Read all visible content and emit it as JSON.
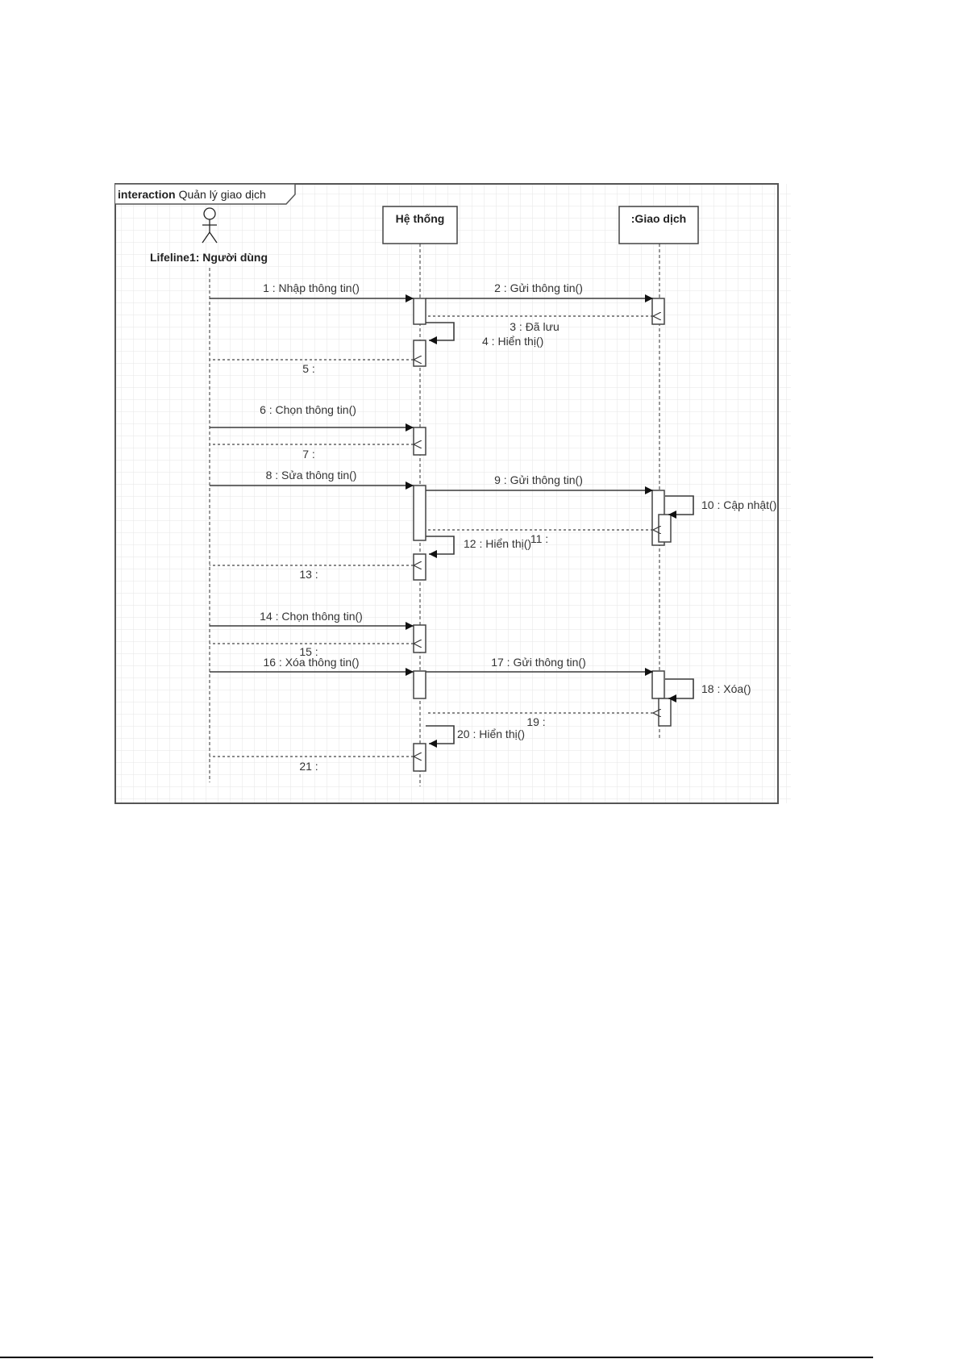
{
  "frame": {
    "keyword": "interaction",
    "name": "Quản lý giao dịch"
  },
  "lifelines": [
    {
      "id": "user",
      "label": "Lifeline1: Người dùng",
      "kind": "actor"
    },
    {
      "id": "system",
      "label": "Hệ thống",
      "kind": "object"
    },
    {
      "id": "tx",
      "label": ":Giao dịch",
      "kind": "object"
    }
  ],
  "messages": [
    {
      "n": 1,
      "label": "1 : Nhập thông tin()",
      "from": "user",
      "to": "system",
      "type": "sync"
    },
    {
      "n": 2,
      "label": "2 : Gửi thông tin()",
      "from": "system",
      "to": "tx",
      "type": "sync"
    },
    {
      "n": 3,
      "label": "3 : Đã lưu",
      "from": "tx",
      "to": "system",
      "type": "reply"
    },
    {
      "n": 4,
      "label": "4 : Hiển thị()",
      "from": "system",
      "to": "system",
      "type": "self"
    },
    {
      "n": 5,
      "label": "5 :",
      "from": "system",
      "to": "user",
      "type": "reply"
    },
    {
      "n": 6,
      "label": "6 : Chọn thông tin()",
      "from": "user",
      "to": "system",
      "type": "sync"
    },
    {
      "n": 7,
      "label": "7 :",
      "from": "system",
      "to": "user",
      "type": "reply"
    },
    {
      "n": 8,
      "label": "8 : Sửa thông tin()",
      "from": "user",
      "to": "system",
      "type": "sync"
    },
    {
      "n": 9,
      "label": "9 : Gửi thông tin()",
      "from": "system",
      "to": "tx",
      "type": "sync"
    },
    {
      "n": 10,
      "label": "10 : Cập nhật()",
      "from": "tx",
      "to": "tx",
      "type": "self"
    },
    {
      "n": 11,
      "label": "11 :",
      "from": "tx",
      "to": "system",
      "type": "reply"
    },
    {
      "n": 12,
      "label": "12 : Hiển thị()",
      "from": "system",
      "to": "system",
      "type": "self"
    },
    {
      "n": 13,
      "label": "13 :",
      "from": "system",
      "to": "user",
      "type": "reply"
    },
    {
      "n": 14,
      "label": "14 : Chọn thông tin()",
      "from": "user",
      "to": "system",
      "type": "sync"
    },
    {
      "n": 15,
      "label": "15 :",
      "from": "system",
      "to": "user",
      "type": "reply"
    },
    {
      "n": 16,
      "label": "16 : Xóa thông tin()",
      "from": "user",
      "to": "system",
      "type": "sync"
    },
    {
      "n": 17,
      "label": "17 : Gửi thông tin()",
      "from": "system",
      "to": "tx",
      "type": "sync"
    },
    {
      "n": 18,
      "label": "18 : Xóa()",
      "from": "tx",
      "to": "tx",
      "type": "self"
    },
    {
      "n": 19,
      "label": "19 :",
      "from": "tx",
      "to": "system",
      "type": "reply"
    },
    {
      "n": 20,
      "label": "20 : Hiển thị()",
      "from": "system",
      "to": "system",
      "type": "self"
    },
    {
      "n": 21,
      "label": "21 :",
      "from": "system",
      "to": "user",
      "type": "reply"
    }
  ],
  "colors": {
    "line": "#3a3a3a",
    "grid": "#e6e6e6",
    "text": "#333333",
    "box_fill": "#ffffff"
  }
}
